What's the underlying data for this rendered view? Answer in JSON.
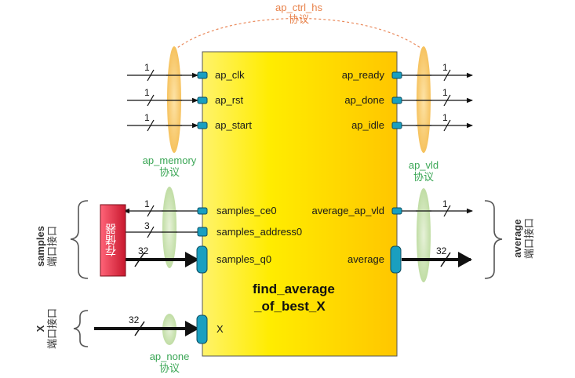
{
  "block": {
    "name_line1": "find_average",
    "name_line2": "_of_best_X"
  },
  "ports_left": [
    {
      "label": "ap_clk",
      "width": "1"
    },
    {
      "label": "ap_rst",
      "width": "1"
    },
    {
      "label": "ap_start",
      "width": "1"
    },
    {
      "label": "samples_ce0",
      "width": "1"
    },
    {
      "label": "samples_address0",
      "width": "3"
    },
    {
      "label": "samples_q0",
      "width": "32"
    },
    {
      "label": "X",
      "width": "32"
    }
  ],
  "ports_right": [
    {
      "label": "ap_ready",
      "width": "1"
    },
    {
      "label": "ap_done",
      "width": "1"
    },
    {
      "label": "ap_idle",
      "width": "1"
    },
    {
      "label": "average_ap_vld",
      "width": "1"
    },
    {
      "label": "average",
      "width": "32"
    }
  ],
  "protocols": {
    "ap_ctrl_hs": {
      "name": "ap_ctrl_hs",
      "suffix": "协议"
    },
    "ap_memory": {
      "name": "ap_memory",
      "suffix": "协议"
    },
    "ap_vld": {
      "name": "ap_vld",
      "suffix": "协议"
    },
    "ap_none": {
      "name": "ap_none",
      "suffix": "协议"
    }
  },
  "memory": {
    "label": "存储器"
  },
  "interfaces": {
    "samples": {
      "name": "samples",
      "suffix": "端口接口"
    },
    "average": {
      "name": "average",
      "suffix": "端口接口"
    },
    "x": {
      "name": "X",
      "suffix": "端口接口"
    }
  },
  "colors": {
    "block_gradient_start": "#fff200",
    "block_gradient_end": "#ffcc00",
    "port_fill": "#1a9fc0",
    "memory_fill": "#e8394f",
    "protocol_green": "#3aa655",
    "protocol_orange": "#e8824a",
    "ellipse_green": "#c7e0a8",
    "ellipse_orange": "#f7c86a"
  }
}
